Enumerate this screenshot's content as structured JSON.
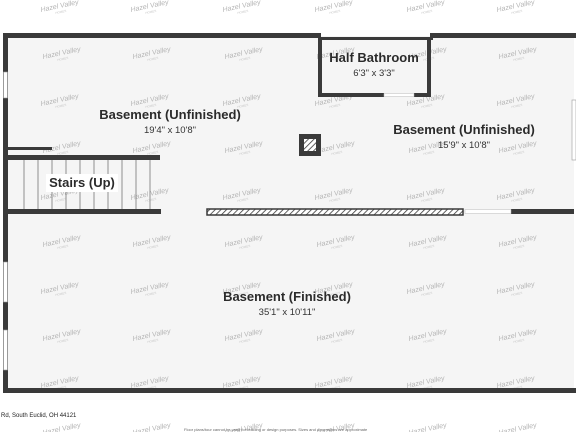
{
  "floorplan": {
    "rooms": [
      {
        "id": "half-bath",
        "name": "Half Bathroom",
        "dims": "6'3\" x 3'3\""
      },
      {
        "id": "basement-unfinished-left",
        "name": "Basement (Unfinished)",
        "dims": "19'4\" x 10'8\""
      },
      {
        "id": "basement-unfinished-right",
        "name": "Basement (Unfinished)",
        "dims": "15'9\" x 10'8\""
      },
      {
        "id": "stairs",
        "name": "Stairs (Up)",
        "dims": ""
      },
      {
        "id": "basement-finished",
        "name": "Basement (Finished)",
        "dims": "35'1\" x 10'11\""
      }
    ],
    "address_partial": "Rd, South Euclid, OH 44121",
    "disclaimer_partial": "Floor plans/tour cannot be used for building or design purposes. Sizes and dimensions are approximate",
    "watermark": {
      "brand": "Hazel Valley",
      "sub": "HOMES"
    },
    "colors": {
      "wall": "#3a3a3a",
      "floor": "#f5f5f5",
      "watermark": "#b5b5b5"
    }
  }
}
